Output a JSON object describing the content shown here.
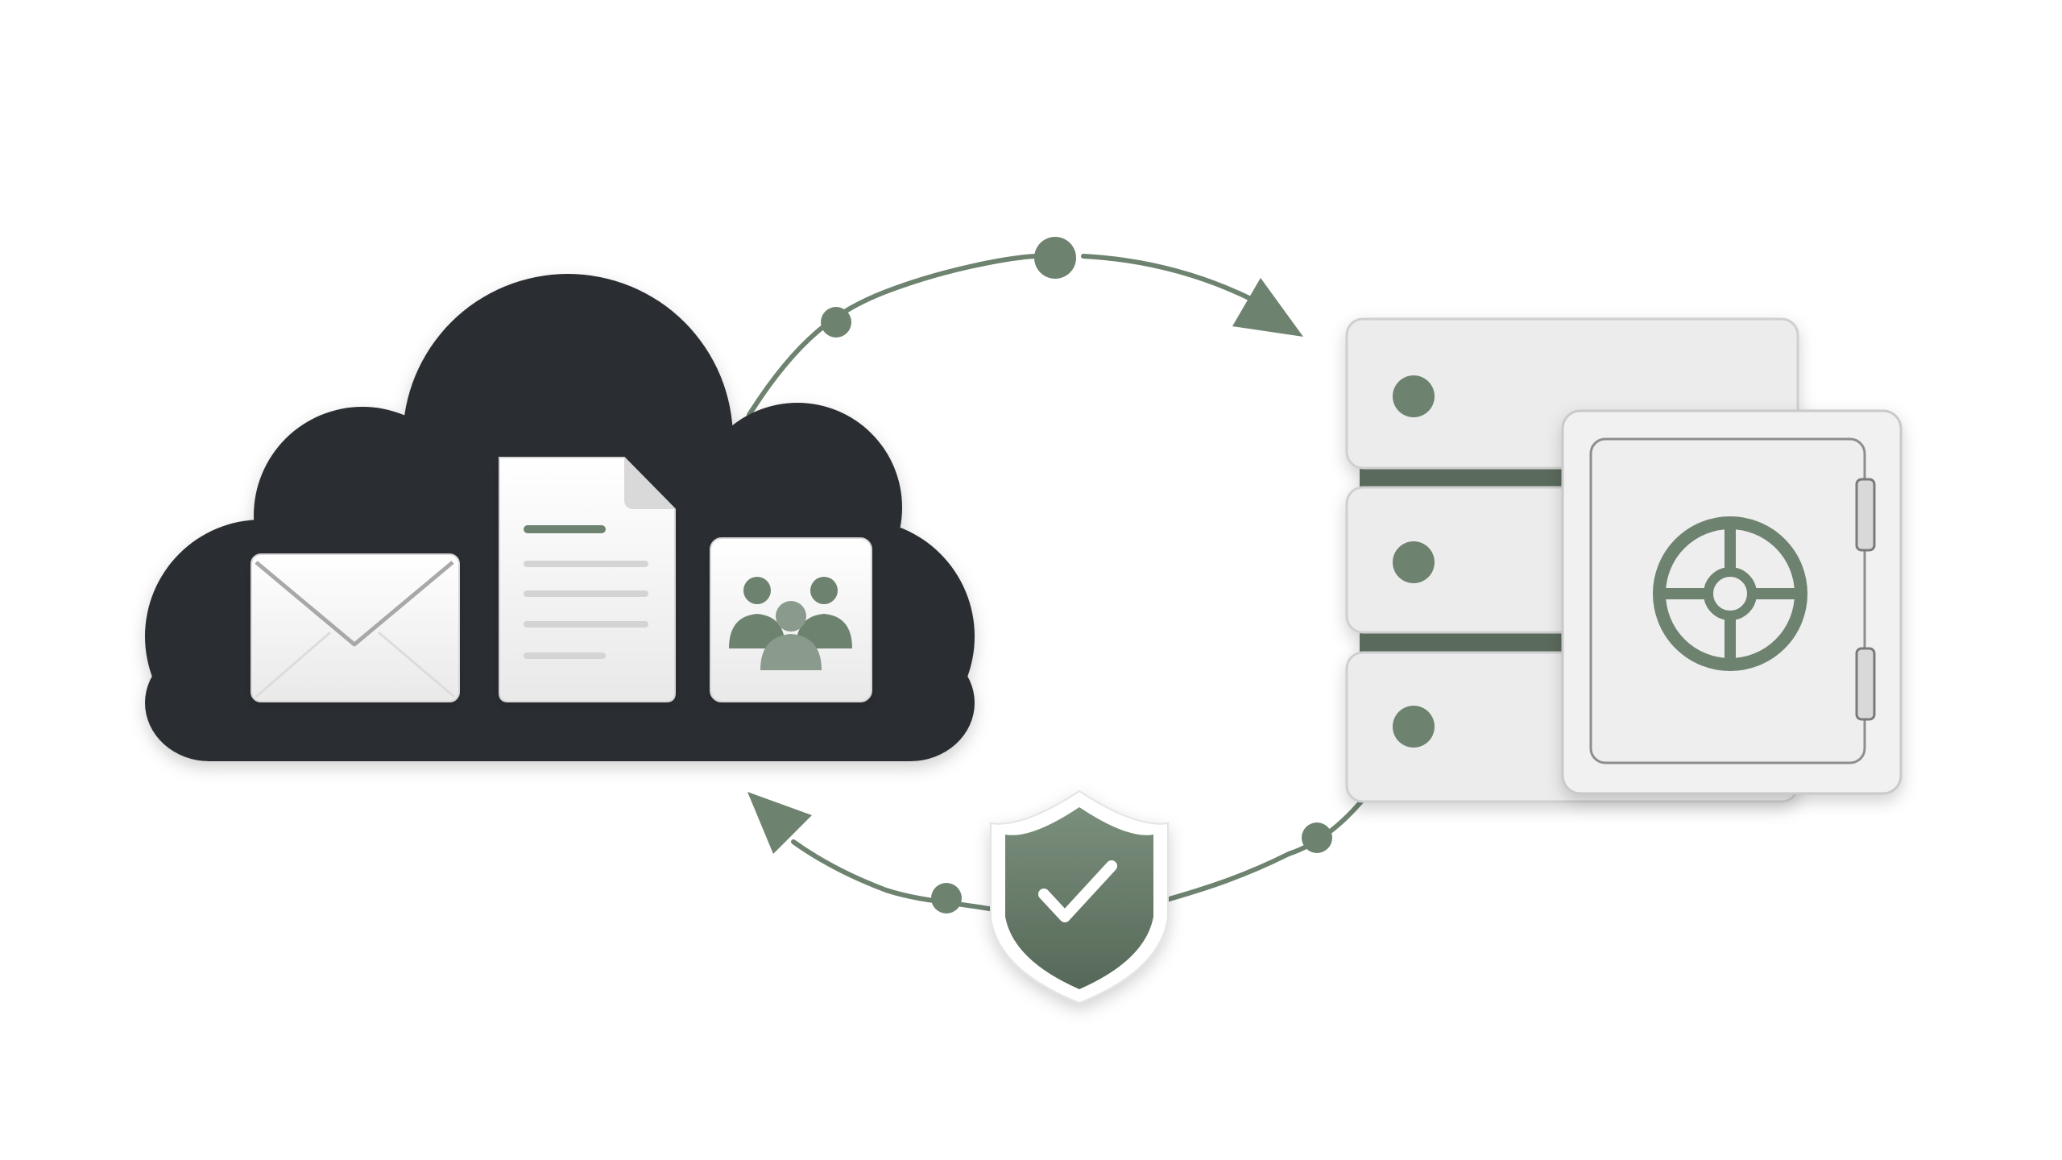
{
  "diagram": {
    "colors": {
      "background": "#ffffff",
      "cloud": "#2a2d31",
      "accent": "#6e8270",
      "accent_dark": "#5d6e60",
      "tile_light": "#f4f4f4",
      "tile_border": "#cfcfcf",
      "server_body": "#ececec",
      "safe_body": "#f1f1f1"
    },
    "nodes": [
      {
        "id": "cloud",
        "icon": "cloud-icon",
        "contains": [
          "envelope-icon",
          "document-icon",
          "team-icon"
        ]
      },
      {
        "id": "storage",
        "icon": "server-stack-icon",
        "contains": [
          "safe-icon"
        ]
      },
      {
        "id": "security",
        "icon": "shield-check-icon"
      }
    ],
    "edges": [
      {
        "from": "cloud",
        "to": "storage",
        "style": "arrow"
      },
      {
        "from": "storage",
        "to": "cloud",
        "style": "arrow",
        "via": "security"
      }
    ]
  }
}
